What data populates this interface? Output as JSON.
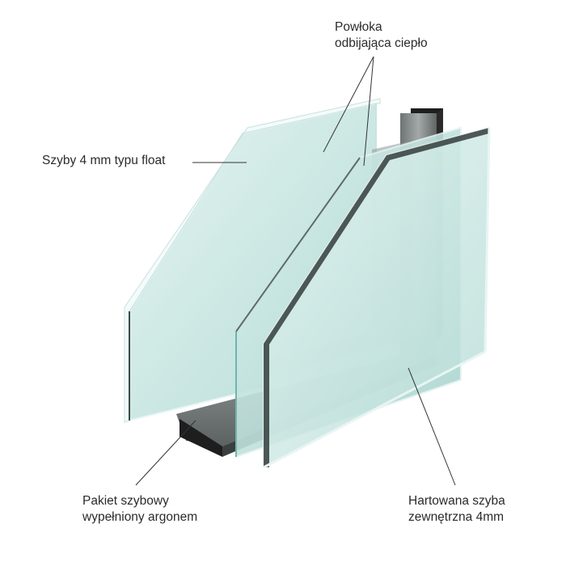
{
  "labels": {
    "coating": {
      "line1": "Powłoka",
      "line2": "odbijająca ciepło"
    },
    "float_panes": {
      "line1": "Szyby 4 mm typu float"
    },
    "glass_package": {
      "line1": "Pakiet szybowy",
      "line2": "wypełniony argonem"
    },
    "tempered_pane": {
      "line1": "Hartowana szyba",
      "line2": "zewnętrzna 4mm"
    }
  },
  "colors": {
    "glass_fill": "#cfe9e6",
    "glass_fill_inner": "#bfe1dd",
    "glass_edge": "#9fd0cb",
    "spacer_dark": "#1e1e1e",
    "spacer_grey": "#8a8f8f",
    "leader_line": "#333333",
    "text": "#2b2b2b"
  }
}
